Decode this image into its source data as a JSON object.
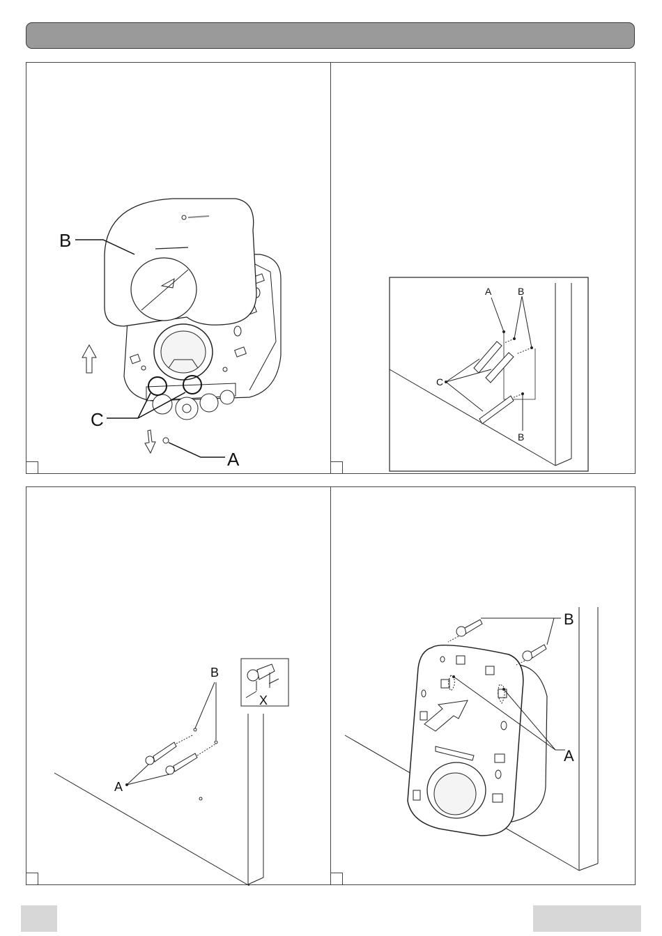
{
  "panels": [
    {
      "id": "remove-cover",
      "labels": {
        "cover": "B",
        "screws": "C",
        "screw": "A"
      }
    },
    {
      "id": "wall-plugs",
      "labels": {
        "drill-point": "A",
        "holes-top": "B",
        "plugs": "C",
        "hole-bottom": "B"
      }
    },
    {
      "id": "mounting-screws",
      "labels": {
        "holes": "B",
        "screws": "A",
        "gap": "X"
      }
    },
    {
      "id": "hang-unit",
      "labels": {
        "screws": "B",
        "slots": "A"
      }
    }
  ],
  "colors": {
    "title_bar": "#9a9a9a",
    "footer_boxes": "#d7d7d7",
    "line": "#222222"
  }
}
